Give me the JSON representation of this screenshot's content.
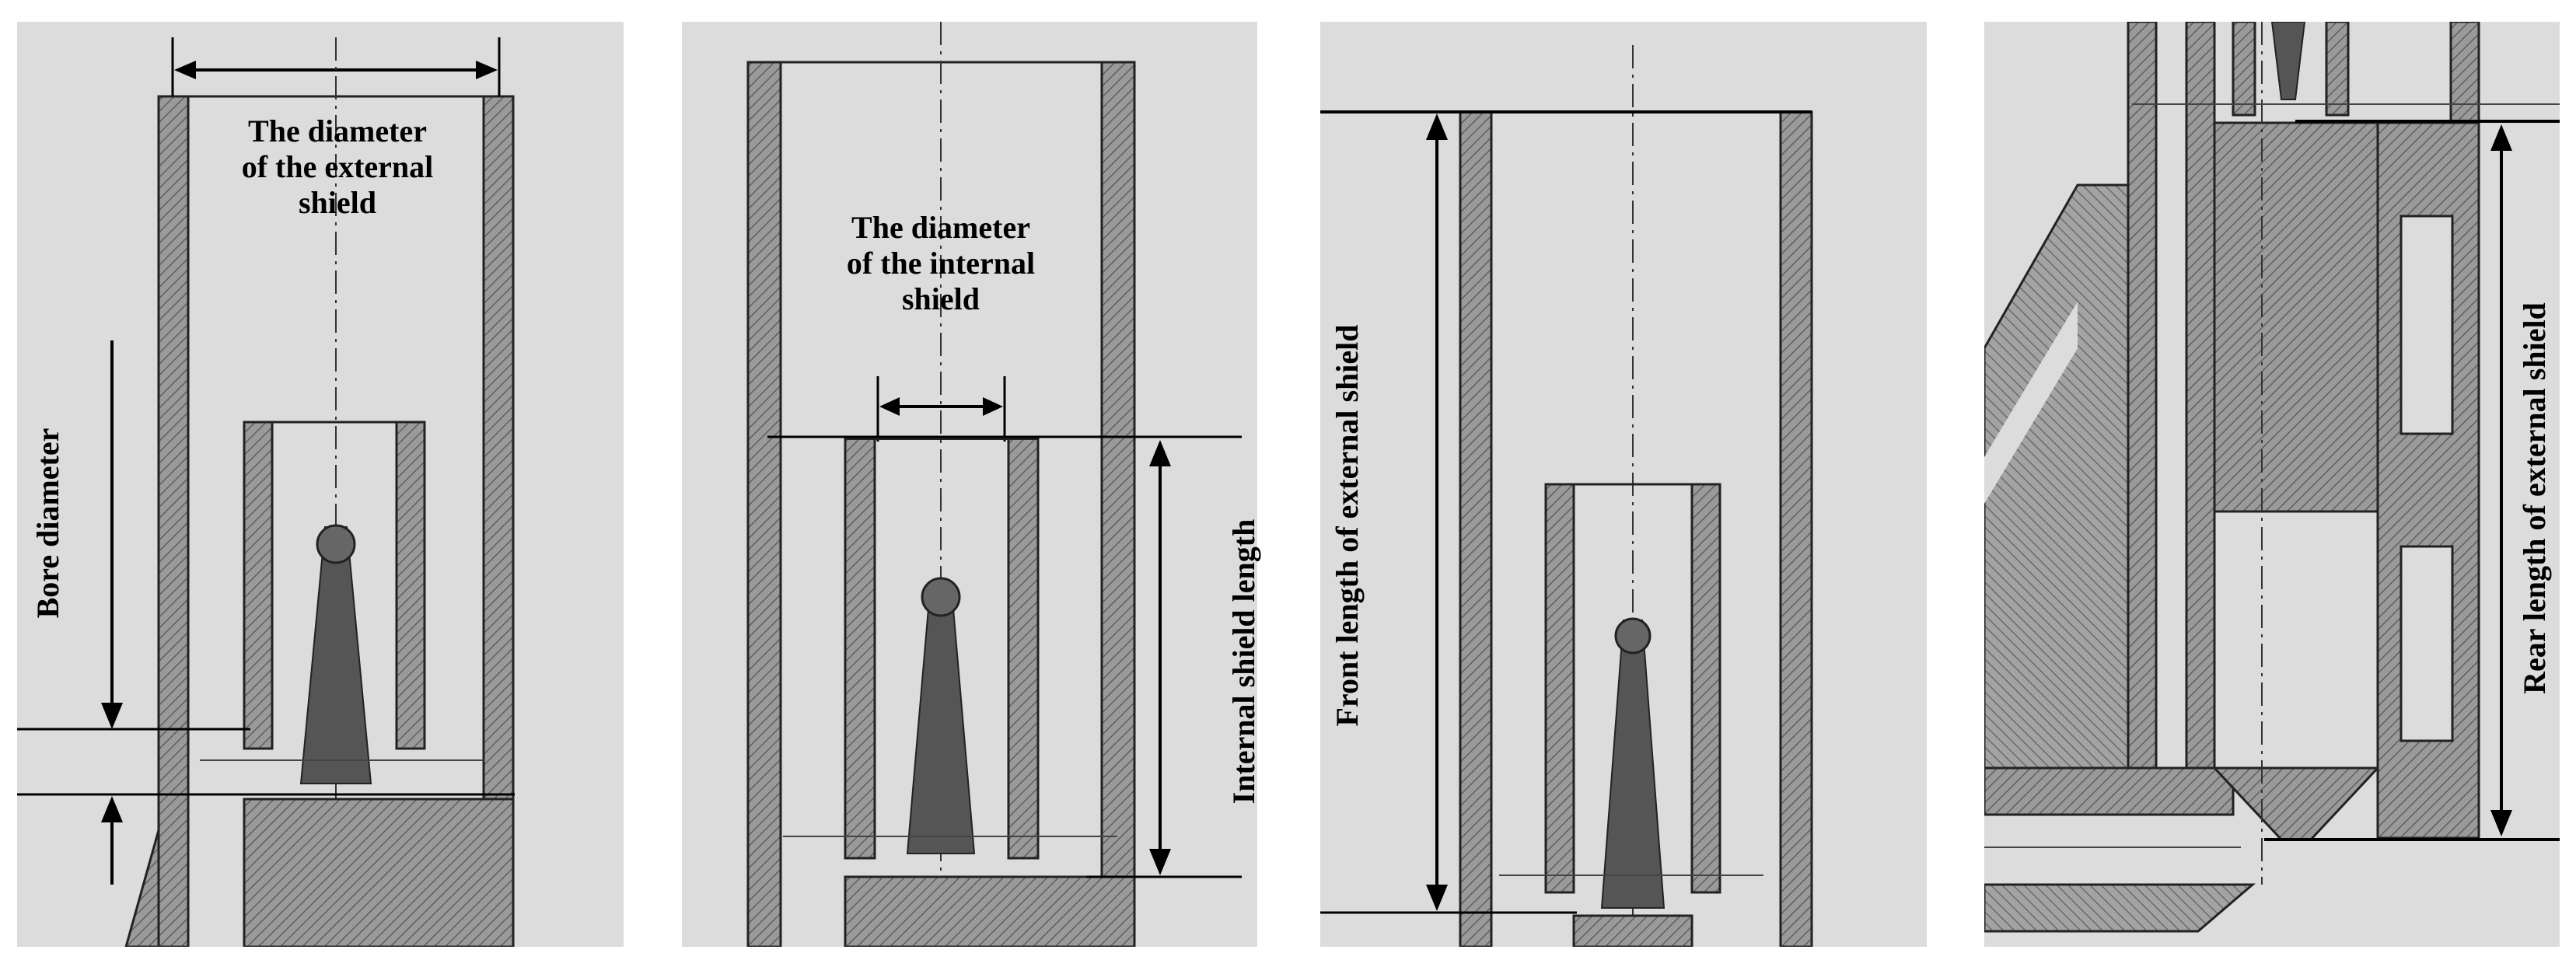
{
  "panels": [
    {
      "id": "external-shield-diameter",
      "labels": {
        "diameter_external": [
          "The diameter",
          "of the external",
          "shield"
        ],
        "bore": "Bore diameter"
      }
    },
    {
      "id": "internal-shield",
      "labels": {
        "diameter_internal": [
          "The diameter",
          "of the internal",
          "shield"
        ],
        "length": "Internal shield length"
      }
    },
    {
      "id": "front-length",
      "labels": {
        "front": "Front length of external shield"
      }
    },
    {
      "id": "rear-length",
      "labels": {
        "rear": "Rear length of external shield"
      }
    }
  ],
  "colors": {
    "background": "#ffffff",
    "panel": "#dcdcdc",
    "hatch": "#8c8c8c",
    "line": "#000000"
  }
}
